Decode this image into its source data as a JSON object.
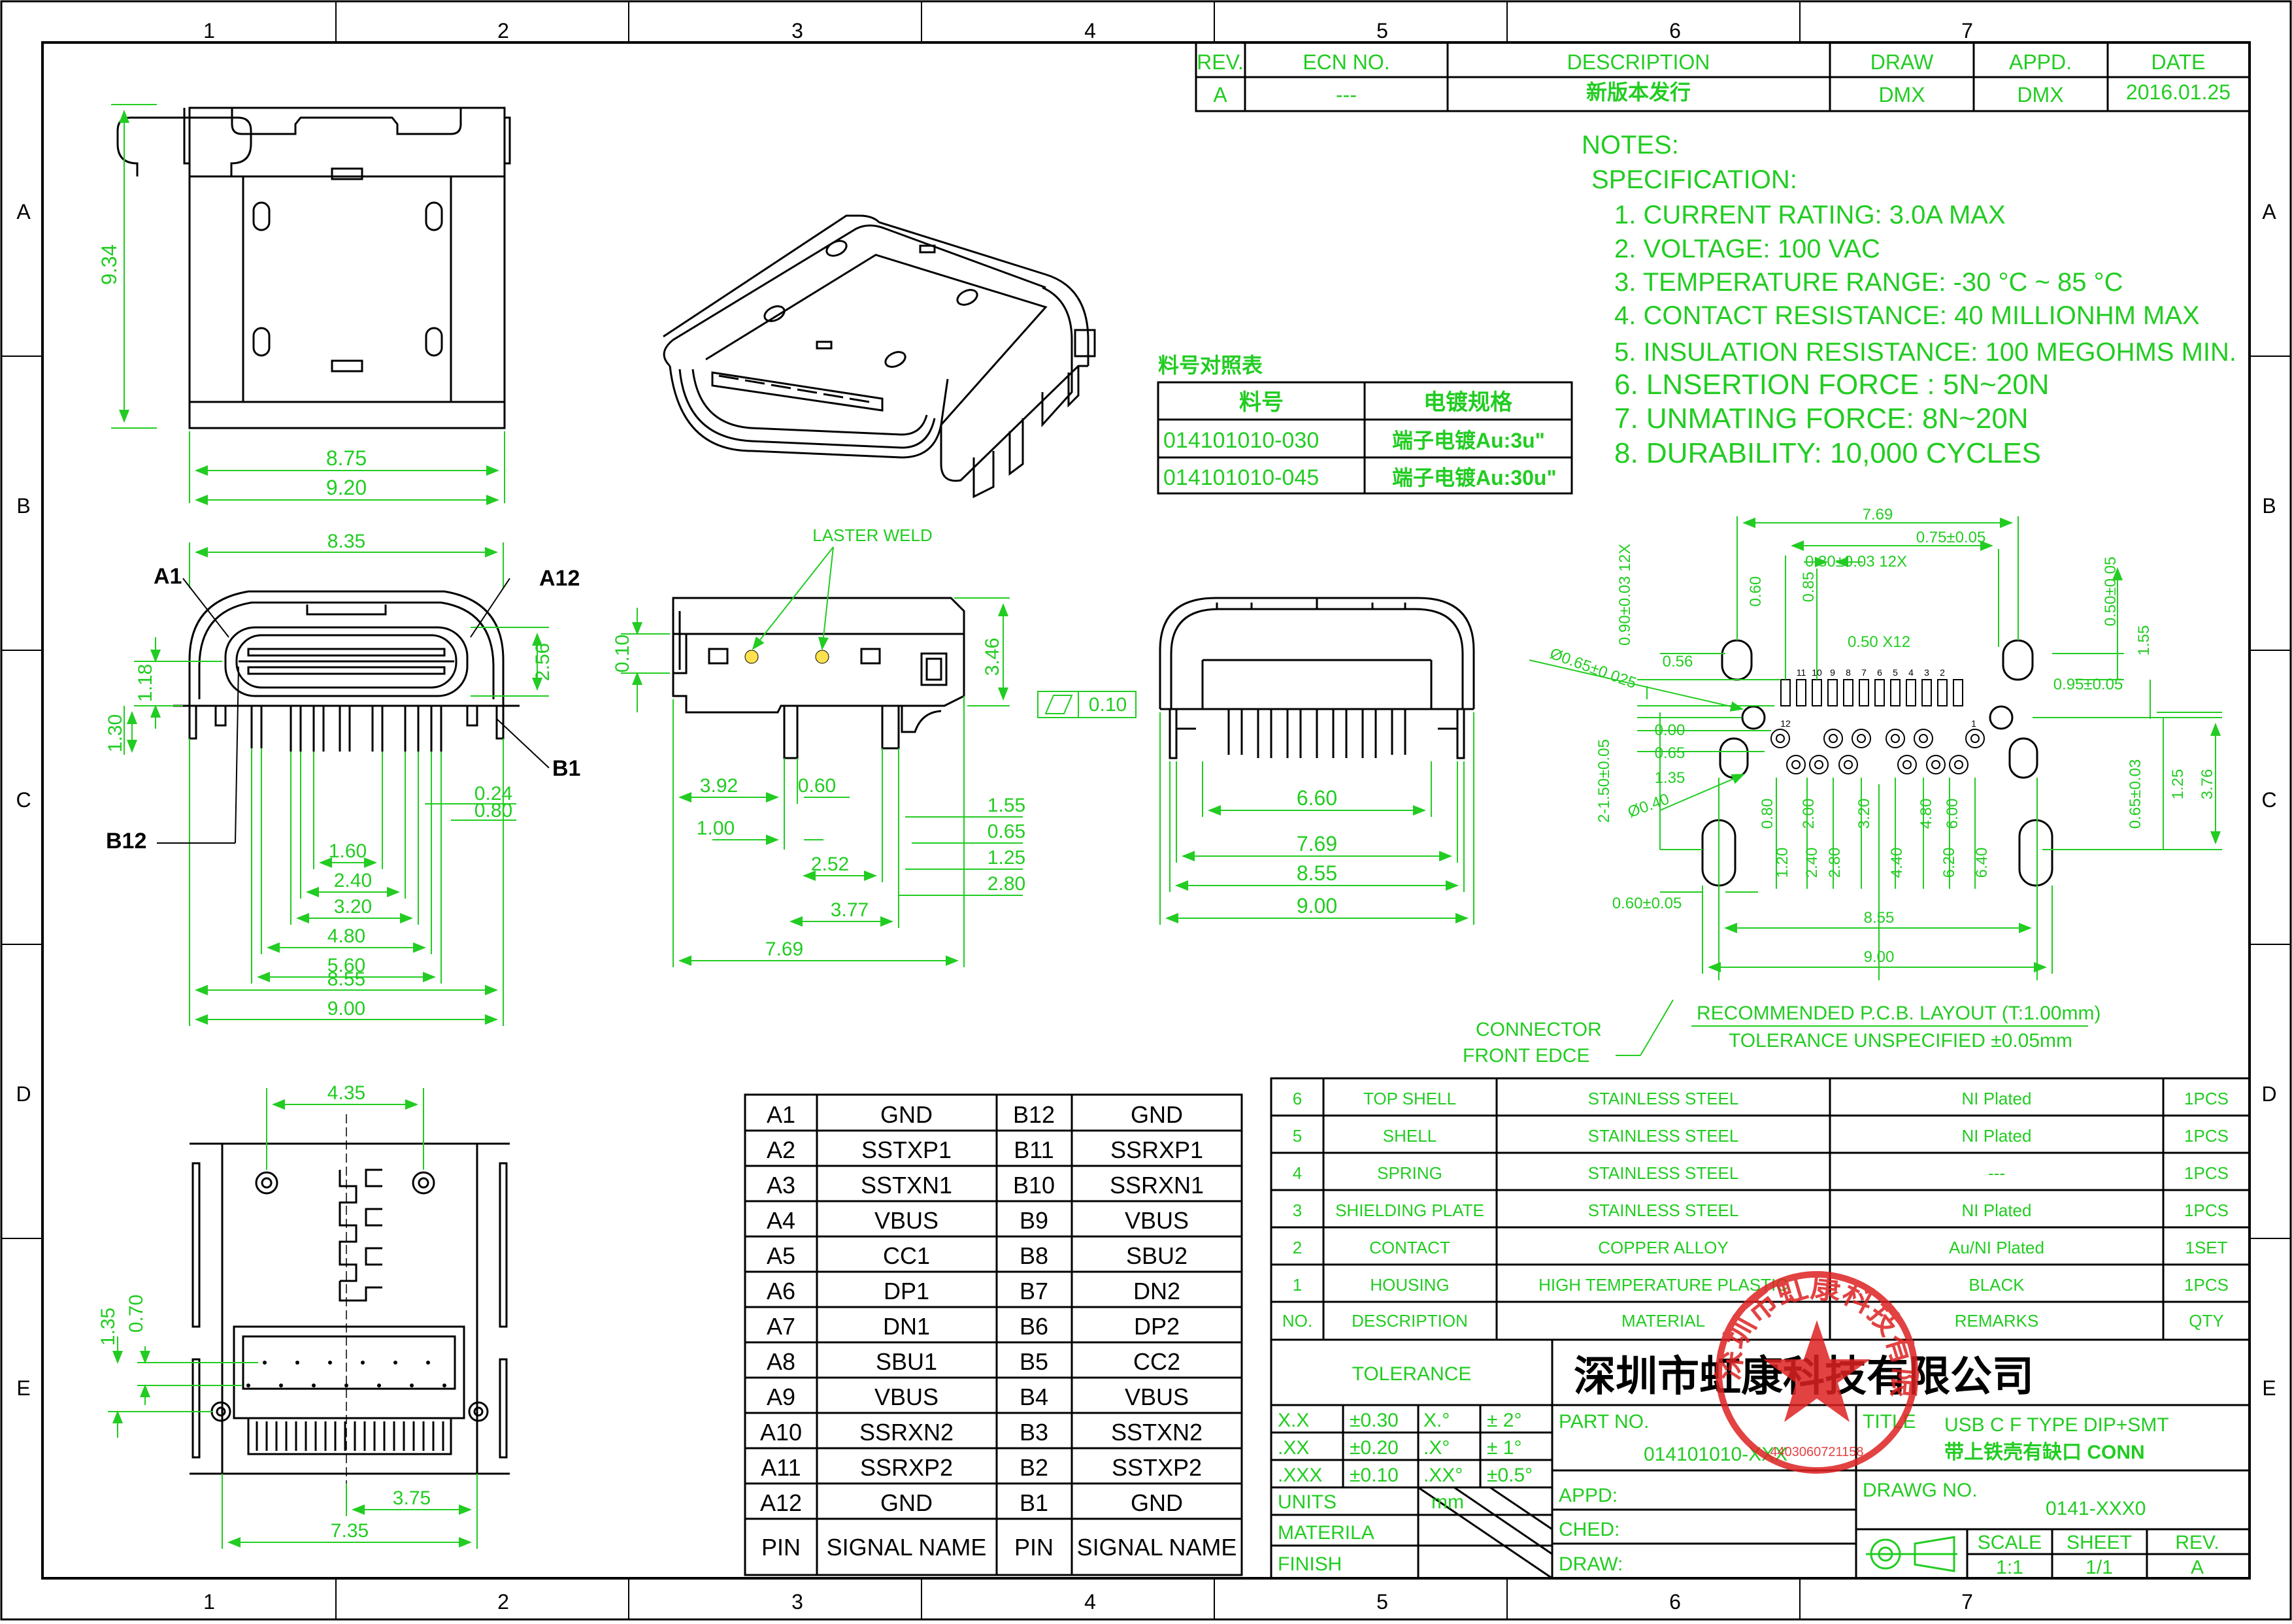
{
  "frame": {
    "cols": [
      "1",
      "2",
      "3",
      "4",
      "5",
      "6",
      "7"
    ],
    "rows": [
      "A",
      "B",
      "C",
      "D",
      "E"
    ]
  },
  "revision_table": {
    "headers": [
      "REV.",
      "ECN NO.",
      "DESCRIPTION",
      "DRAW",
      "APPD.",
      "DATE"
    ],
    "row": [
      "A",
      "---",
      "新版本发行",
      "DMX",
      "DMX",
      "2016.01.25"
    ]
  },
  "notes": {
    "title": "NOTES:",
    "subtitle": "SPECIFICATION:",
    "items": [
      "1. CURRENT RATING: 3.0A MAX",
      "2. VOLTAGE: 100 VAC",
      "3. TEMPERATURE RANGE: -30 °C ~ 85 °C",
      "4. CONTACT RESISTANCE: 40 MILLIONHM MAX",
      "5. INSULATION RESISTANCE: 100 MEGOHMS MIN.",
      "6. LNSERTION FORCE : 5N~20N",
      "7. UNMATING FORCE: 8N~20N",
      "8. DURABILITY:   10,000 CYCLES"
    ]
  },
  "part_table": {
    "title": "料号对照表",
    "headers": [
      "料号",
      "电镀规格"
    ],
    "rows": [
      [
        "014101010-030",
        "端子电镀Au:3u\""
      ],
      [
        "014101010-045",
        "端子电镀Au:30u\""
      ]
    ]
  },
  "top_view": {
    "dims": [
      "9.34",
      "8.75",
      "9.20"
    ]
  },
  "front_view": {
    "labels": [
      "A1",
      "A12",
      "B1",
      "B12"
    ],
    "dims": [
      "8.35",
      "1.18",
      "2.56",
      "1.30",
      "0.24",
      "0.80",
      "1.60",
      "2.40",
      "3.20",
      "4.80",
      "5.60",
      "8.55",
      "9.00"
    ]
  },
  "side_view": {
    "laser_weld": "LASTER WELD",
    "flatness": "0.10",
    "dims": [
      "0.10",
      "3.46",
      "3.92",
      "0.60",
      "1.00",
      "2.52",
      "3.77",
      "7.69",
      "1.55",
      "0.65",
      "1.25",
      "2.80"
    ]
  },
  "rear_view": {
    "dims": [
      "6.60",
      "7.69",
      "8.55",
      "9.00"
    ]
  },
  "pcb_layout": {
    "dims": [
      "7.69",
      "0.75±0.05",
      "0.30±0.03 12X",
      "0.90±0.03 12X",
      "0.60",
      "0.85",
      "0.50 X12",
      "0.50±0.05",
      "1.55",
      "0.56",
      "Ø0.65±0.025",
      "0.95±0.05",
      "0.00",
      "0.65",
      "1.35",
      "2-1.50±0.05",
      "Ø0.40",
      "0.65±0.03",
      "1.25",
      "3.76",
      "0.80",
      "1.20",
      "2.00",
      "2.40",
      "2.80",
      "3.20",
      "4.40",
      "4.80",
      "6.00",
      "6.20",
      "6.40",
      "0.60±0.05",
      "8.55",
      "9.00"
    ],
    "pad_numbers": [
      "12",
      "11",
      "10",
      "9",
      "8",
      "7",
      "6",
      "5",
      "4",
      "3",
      "2",
      "1"
    ],
    "caption1": "RECOMMENDED   P.C.B. LAYOUT (T:1.00mm)",
    "caption2": "TOLERANCE UNSPECIFIED ±0.05mm",
    "connector_label": [
      "CONNECTOR",
      "FRONT EDCE"
    ]
  },
  "bottom_view": {
    "dims": [
      "4.35",
      "1.35",
      "0.70",
      "3.75",
      "7.35"
    ]
  },
  "pin_table": {
    "rows": [
      [
        "A1",
        "GND",
        "B12",
        "GND"
      ],
      [
        "A2",
        "SSTXP1",
        "B11",
        "SSRXP1"
      ],
      [
        "A3",
        "SSTXN1",
        "B10",
        "SSRXN1"
      ],
      [
        "A4",
        "VBUS",
        "B9",
        "VBUS"
      ],
      [
        "A5",
        "CC1",
        "B8",
        "SBU2"
      ],
      [
        "A6",
        "DP1",
        "B7",
        "DN2"
      ],
      [
        "A7",
        "DN1",
        "B6",
        "DP2"
      ],
      [
        "A8",
        "SBU1",
        "B5",
        "CC2"
      ],
      [
        "A9",
        "VBUS",
        "B4",
        "VBUS"
      ],
      [
        "A10",
        "SSRXN2",
        "B3",
        "SSTXN2"
      ],
      [
        "A11",
        "SSRXP2",
        "B2",
        "SSTXP2"
      ],
      [
        "A12",
        "GND",
        "B1",
        "GND"
      ]
    ],
    "footer": [
      "PIN",
      "SIGNAL NAME",
      "PIN",
      "SIGNAL NAME"
    ]
  },
  "bom": {
    "rows": [
      [
        "6",
        "TOP SHELL",
        "STAINLESS STEEL",
        "NI Plated",
        "1PCS"
      ],
      [
        "5",
        "SHELL",
        "STAINLESS STEEL",
        "NI Plated",
        "1PCS"
      ],
      [
        "4",
        "SPRING",
        "STAINLESS STEEL",
        "---",
        "1PCS"
      ],
      [
        "3",
        "SHIELDING PLATE",
        "STAINLESS STEEL",
        "NI  Plated",
        "1PCS"
      ],
      [
        "2",
        "CONTACT",
        "COPPER ALLOY",
        "Au/NI Plated",
        "1SET"
      ],
      [
        "1",
        "HOUSING",
        "HIGH TEMPERATURE PLASTIC",
        "BLACK",
        "1PCS"
      ]
    ],
    "header": [
      "NO.",
      "DESCRIPTION",
      "MATERIAL",
      "REMARKS",
      "QTY"
    ]
  },
  "title_block": {
    "company": "深圳市虹康科技有限公司",
    "tolerance_label": "TOLERANCE",
    "tolerances": [
      [
        "X.X",
        "±0.30",
        "X.°",
        "± 2°"
      ],
      [
        ".XX",
        "±0.20",
        ".X°",
        "± 1°"
      ],
      [
        ".XXX",
        "±0.10",
        ".XX°",
        "±0.5°"
      ]
    ],
    "units_label": "UNITS",
    "units_value": "mm",
    "materila_label": "MATERILA",
    "finish_label": "FINISH",
    "part_no_label": "PART NO.",
    "part_no_value": "014101010-XXX",
    "title_label": "TITLE",
    "title_line1": "USB C F TYPE DIP+SMT",
    "title_line2": "带上铁壳有缺口 CONN",
    "appd_label": "APPD:",
    "ched_label": "CHED:",
    "draw_label": "DRAW:",
    "drawg_no_label": "DRAWG NO.",
    "drawg_no_value": "0141-XXX0",
    "scale_label": "SCALE",
    "scale_value": "1:1",
    "sheet_label": "SHEET",
    "sheet_value": "1/1",
    "rev_label": "REV.",
    "rev_value": "A",
    "stamp_text": "深圳市虹康科技有限公司",
    "stamp_number": "4403060721158"
  },
  "colors": {
    "line": "#000000",
    "dimension": "#22cc22",
    "stamp": "#dd2222"
  }
}
